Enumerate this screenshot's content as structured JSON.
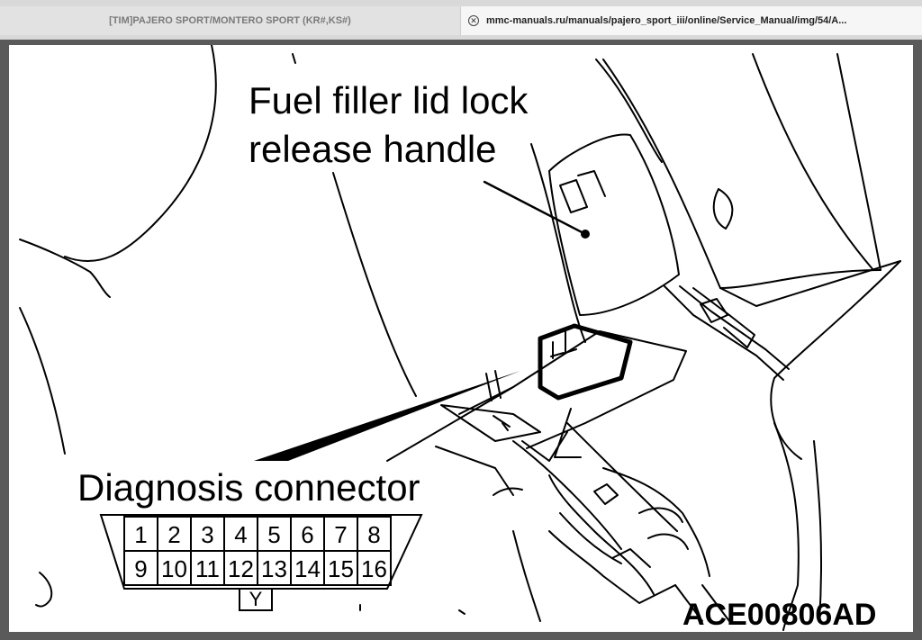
{
  "tabs": {
    "inactive_title": "[TIM]PAJERO SPORT/MONTERO SPORT (KR#,KS#)",
    "active_title": "mmc-manuals.ru/manuals/pajero_sport_iii/online/Service_Manual/img/54/A..."
  },
  "diagram": {
    "label_handle_line1": "Fuel filler lid lock",
    "label_handle_line2": "release handle",
    "label_connector": "Diagnosis connector",
    "connector_pins_top": [
      "1",
      "2",
      "3",
      "4",
      "5",
      "6",
      "7",
      "8"
    ],
    "connector_pins_bottom": [
      "9",
      "10",
      "11",
      "12",
      "13",
      "14",
      "15",
      "16"
    ],
    "connector_key": "Y",
    "figure_code": "ACE00806AD"
  }
}
